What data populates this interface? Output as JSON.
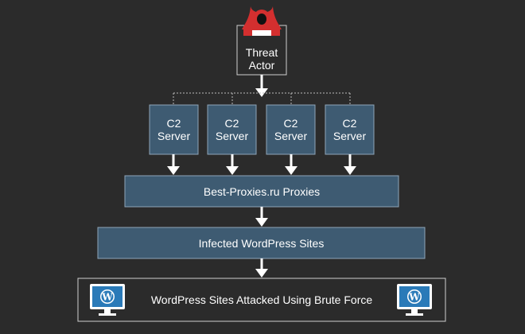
{
  "threat_actor": {
    "label": "Threat\nActor",
    "icon": "hooded-hacker-icon"
  },
  "c2_servers": [
    {
      "label": "C2\nServer"
    },
    {
      "label": "C2\nServer"
    },
    {
      "label": "C2\nServer"
    },
    {
      "label": "C2\nServer"
    }
  ],
  "proxies": {
    "label": "Best-Proxies.ru Proxies"
  },
  "infected_sites": {
    "label": "Infected WordPress Sites"
  },
  "attacked_sites": {
    "label": "WordPress Sites Attacked Using Brute Force",
    "icon": "wordpress-monitor-icon"
  },
  "colors": {
    "background": "#2b2b2b",
    "box_fill": "#3e5b72",
    "box_border": "#8fa6b8",
    "outline_border": "#cfcfcf",
    "hacker_red": "#d32f2f",
    "monitor_blue": "#2a7ab8"
  }
}
